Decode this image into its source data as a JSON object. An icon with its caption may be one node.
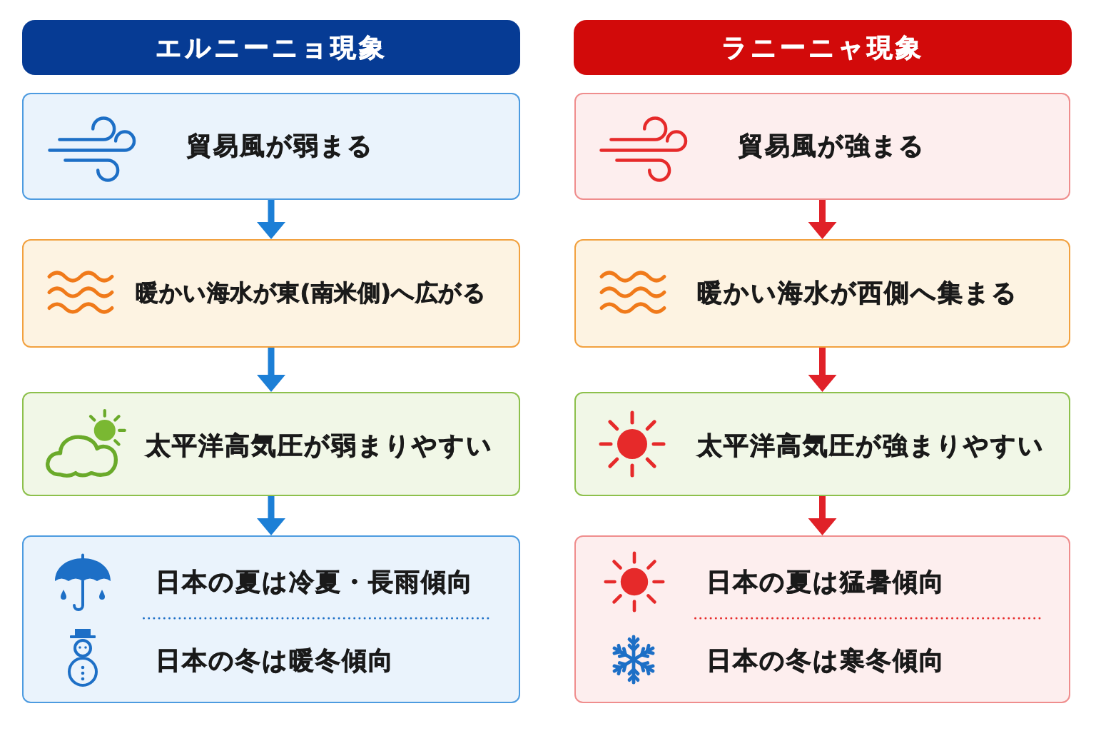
{
  "diagram": {
    "nodes": [
      {
        "text": [
          "エルニーニョ現象"
        ]
      },
      {
        "text": [
          "貿易風が弱まる"
        ]
      },
      {
        "text": [
          "暖かい海水が東(南米側)へ広がる"
        ]
      },
      {
        "text": [
          "太平洋高気圧が弱まりやすい"
        ]
      },
      {
        "text": [
          "日本の夏は冷夏・長雨傾向",
          "日本の冬は暖冬傾向"
        ]
      },
      {
        "text": [
          "ラニーニャ現象"
        ]
      },
      {
        "text": [
          "貿易風が強まる"
        ]
      },
      {
        "text": [
          "暖かい海水が西側へ集まる"
        ]
      },
      {
        "text": [
          "太平洋高気圧が強まりやすい"
        ]
      },
      {
        "text": [
          "日本の夏は猛暑傾向",
          "日本の冬は寒冬傾向"
        ]
      }
    ],
    "edges": [
      {
        "from": 1,
        "to": 2,
        "arrow": "to",
        "color": "#1c7fd6"
      },
      {
        "from": 2,
        "to": 3,
        "arrow": "to",
        "color": "#1c7fd6"
      },
      {
        "from": 3,
        "to": 4,
        "arrow": "to",
        "color": "#1c7fd6"
      },
      {
        "from": 6,
        "to": 7,
        "arrow": "to",
        "color": "#e02128"
      },
      {
        "from": 7,
        "to": 8,
        "arrow": "to",
        "color": "#e02128"
      },
      {
        "from": 8,
        "to": 9,
        "arrow": "to",
        "color": "#e02128"
      }
    ]
  }
}
